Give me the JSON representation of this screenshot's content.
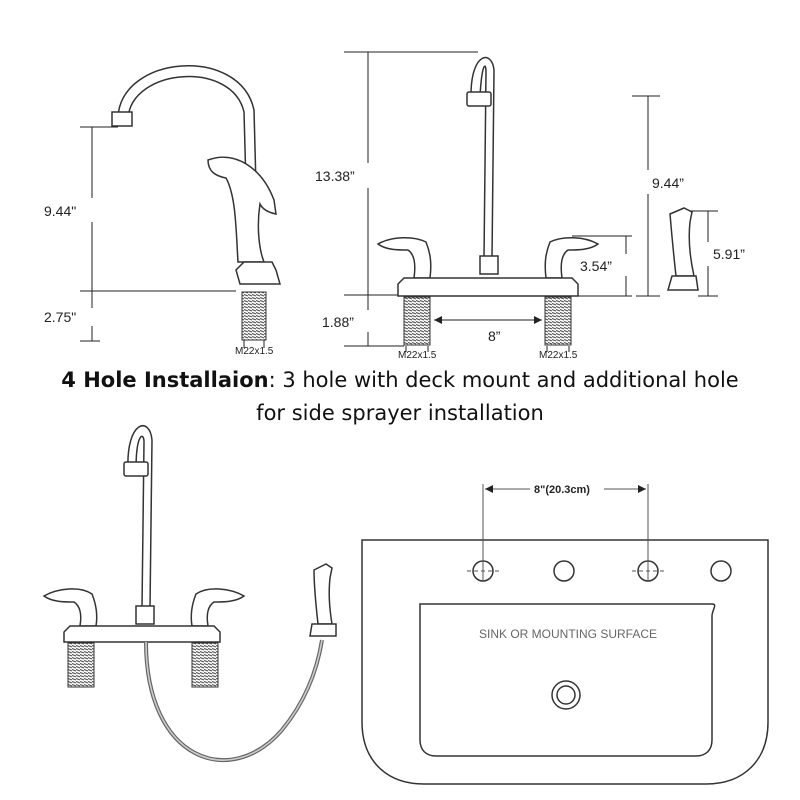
{
  "heading": {
    "bold_title": "4 Hole Installaion",
    "rest_line1": ": 3 hole with deck mount and additional hole",
    "line2": "for side sprayer installation"
  },
  "side_view": {
    "height_label": "9.44\"",
    "shank_label": "2.75\"",
    "thread_label": "M22x1.5"
  },
  "front_view": {
    "total_height_label": "13.38”",
    "shank_label": "1.88”",
    "spacing_label": "8”",
    "handle_height_label": "3.54”",
    "thread_label_left": "M22x1.5",
    "thread_label_right": "M22x1.5"
  },
  "sprayer_view": {
    "height_label": "9.44”",
    "sprayer_label": "5.91”"
  },
  "sink_diagram": {
    "spacing_label": "8\"(20.3cm)",
    "surface_label": "SINK OR MOUNTING SURFACE"
  }
}
